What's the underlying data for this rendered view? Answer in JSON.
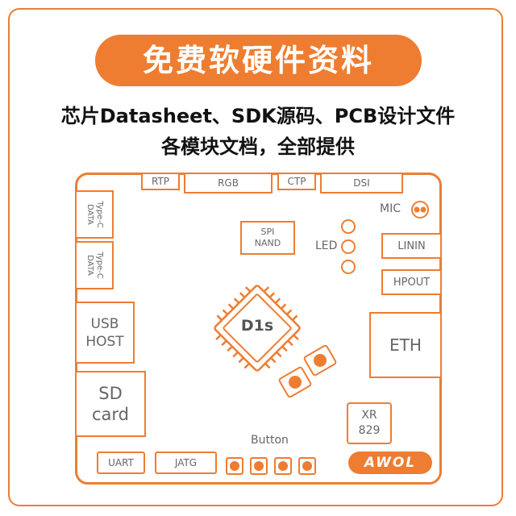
{
  "banner": {
    "title": "免费软硬件资料"
  },
  "subtitle": {
    "line1": "芯片Datasheet、SDK源码、PCB设计文件",
    "line2": "各模块文档，全部提供"
  },
  "board": {
    "top_connectors": [
      "RTP",
      "RGB",
      "CTP",
      "DSI"
    ],
    "type_c_label": "Type-C\nDATA",
    "usb_host": "USB\nHOST",
    "sd_card": "SD\ncard",
    "spi_nand": "SPI\nNAND",
    "chip": "D1s",
    "led_label": "LED",
    "mic_label": "MIC",
    "linin": "LININ",
    "hpout": "HPOUT",
    "eth": "ETH",
    "xr829": "XR\n829",
    "button_label": "Button",
    "uart": "UART",
    "jatg": "JATG",
    "logo_text": "AWOL"
  },
  "colors": {
    "accent": "#ee7d31",
    "text": "#111111",
    "label": "#666666"
  },
  "icons": [
    "led-indicator-icon",
    "mic-icon",
    "button-icon",
    "chip-icon"
  ]
}
